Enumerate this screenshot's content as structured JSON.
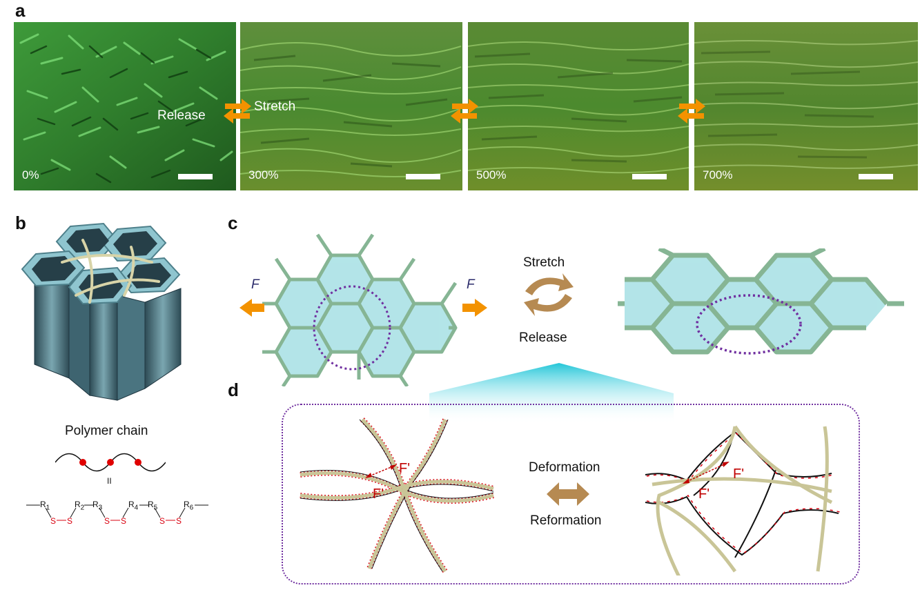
{
  "panels": {
    "a": "a",
    "b": "b",
    "c": "c",
    "d": "d"
  },
  "panel_a": {
    "strains": [
      "0%",
      "300%",
      "500%",
      "700%"
    ],
    "release_label": "Release",
    "stretch_label": "Stretch"
  },
  "panel_b": {
    "polymer_label": "Polymer chain",
    "equiv": "II",
    "chem": {
      "r1": "R",
      "r1s": "1",
      "r2": "R",
      "r2s": "2",
      "r3": "R",
      "r3s": "3",
      "r4": "R",
      "r4s": "4",
      "r5": "R",
      "r5s": "5",
      "r6": "R",
      "r6s": "6",
      "s": "S"
    }
  },
  "panel_c": {
    "force_left": "F",
    "force_right": "F",
    "stretch": "Stretch",
    "release": "Release"
  },
  "panel_d": {
    "deformation": "Deformation",
    "reformation": "Reformation",
    "f_prime": "F'"
  },
  "colors": {
    "orange": "#f39200",
    "brown": "#b68a52",
    "hexfill": "#9fdce0",
    "hexline": "#8ab898",
    "dotted": "#7030a0",
    "chainred": "#d9000f"
  }
}
